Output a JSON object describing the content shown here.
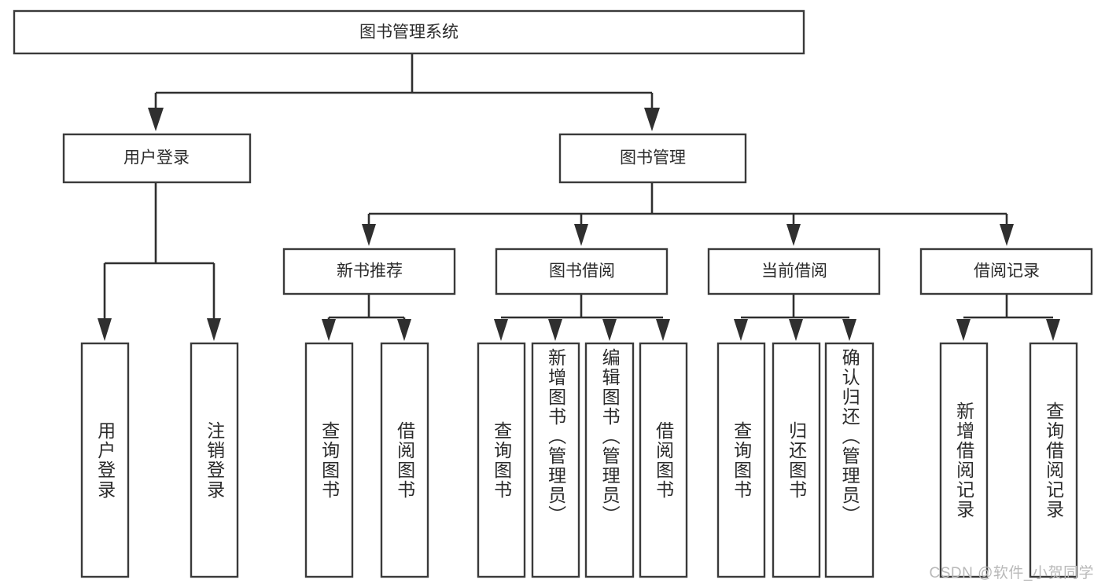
{
  "diagram": {
    "type": "tree-hierarchy",
    "title": "图书管理系统",
    "root": {
      "label": "图书管理系统",
      "id": "root"
    },
    "level2": [
      {
        "id": "user-login",
        "label": "用户登录"
      },
      {
        "id": "book-manage",
        "label": "图书管理"
      }
    ],
    "level3": [
      {
        "id": "new-book-recommend",
        "label": "新书推荐",
        "parent": "book-manage"
      },
      {
        "id": "book-borrow",
        "label": "图书借阅",
        "parent": "book-manage"
      },
      {
        "id": "current-borrow",
        "label": "当前借阅",
        "parent": "book-manage"
      },
      {
        "id": "borrow-record",
        "label": "借阅记录",
        "parent": "book-manage"
      }
    ],
    "leaves": [
      {
        "id": "leaf-user-login",
        "label": "用户登录",
        "parent": "user-login"
      },
      {
        "id": "leaf-logout-login",
        "label": "注销登录",
        "parent": "user-login"
      },
      {
        "id": "leaf-query-book-1",
        "label": "查询图书",
        "parent": "new-book-recommend"
      },
      {
        "id": "leaf-borrow-book-1",
        "label": "借阅图书",
        "parent": "new-book-recommend"
      },
      {
        "id": "leaf-query-book-2",
        "label": "查询图书",
        "parent": "book-borrow"
      },
      {
        "id": "leaf-add-book",
        "label": "新增图书（管理员）",
        "parent": "book-borrow"
      },
      {
        "id": "leaf-edit-book",
        "label": "编辑图书（管理员）",
        "parent": "book-borrow"
      },
      {
        "id": "leaf-borrow-book-2",
        "label": "借阅图书",
        "parent": "book-borrow"
      },
      {
        "id": "leaf-query-book-3",
        "label": "查询图书",
        "parent": "current-borrow"
      },
      {
        "id": "leaf-return-book",
        "label": "归还图书",
        "parent": "current-borrow"
      },
      {
        "id": "leaf-confirm-return",
        "label": "确认归还（管理员）",
        "parent": "current-borrow"
      },
      {
        "id": "leaf-add-record",
        "label": "新增借阅记录",
        "parent": "borrow-record"
      },
      {
        "id": "leaf-query-record",
        "label": "查询借阅记录",
        "parent": "borrow-record"
      }
    ]
  },
  "watermark": {
    "text": "CSDN @软件_小贺同学"
  },
  "colors": {
    "box_stroke": "#3a3a3a",
    "connector": "#2f2f2f",
    "text": "#2b2b2b",
    "background": "#ffffff",
    "watermark": "#b9b9b9"
  }
}
